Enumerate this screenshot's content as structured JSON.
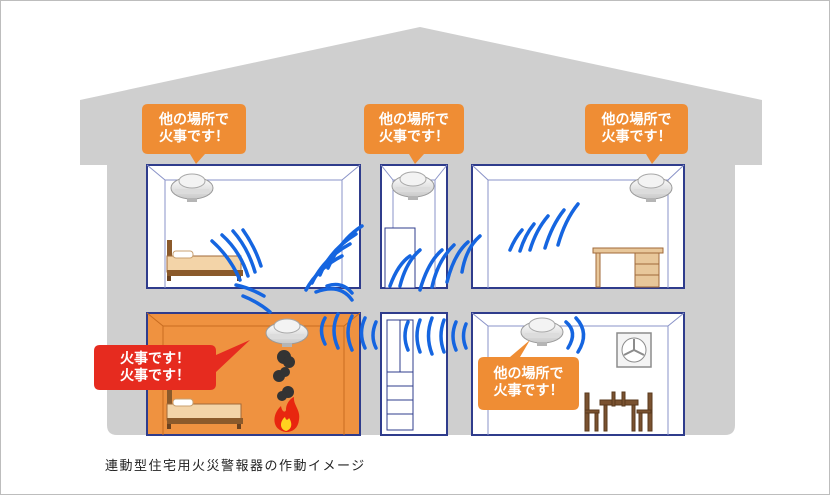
{
  "bubbles": {
    "top_left": {
      "line1": "他の場所で",
      "line2": "火事です！"
    },
    "top_center": {
      "line1": "他の場所で",
      "line2": "火事です！"
    },
    "top_right": {
      "line1": "他の場所で",
      "line2": "火事です！"
    },
    "fire_room": {
      "line1": "火事です！",
      "line2": "火事です！"
    },
    "bottom_right": {
      "line1": "他の場所で",
      "line2": "火事です！"
    }
  },
  "colors": {
    "house_wall": "#cfcfcf",
    "room_outline": "#2f3c8c",
    "fire_room_fill": "#ef9240",
    "alert_bubble": "#e62b1f",
    "info_bubble": "#ef8d34",
    "signal_wave": "#1565e0"
  },
  "icons": [
    "smoke-detector-icon",
    "bed-icon",
    "desk-icon",
    "ventilation-fan-icon",
    "dining-table-icon",
    "smoke-icon",
    "fire-icon",
    "signal-wave-icon"
  ],
  "caption": "連動型住宅用火災警報器の作動イメージ"
}
